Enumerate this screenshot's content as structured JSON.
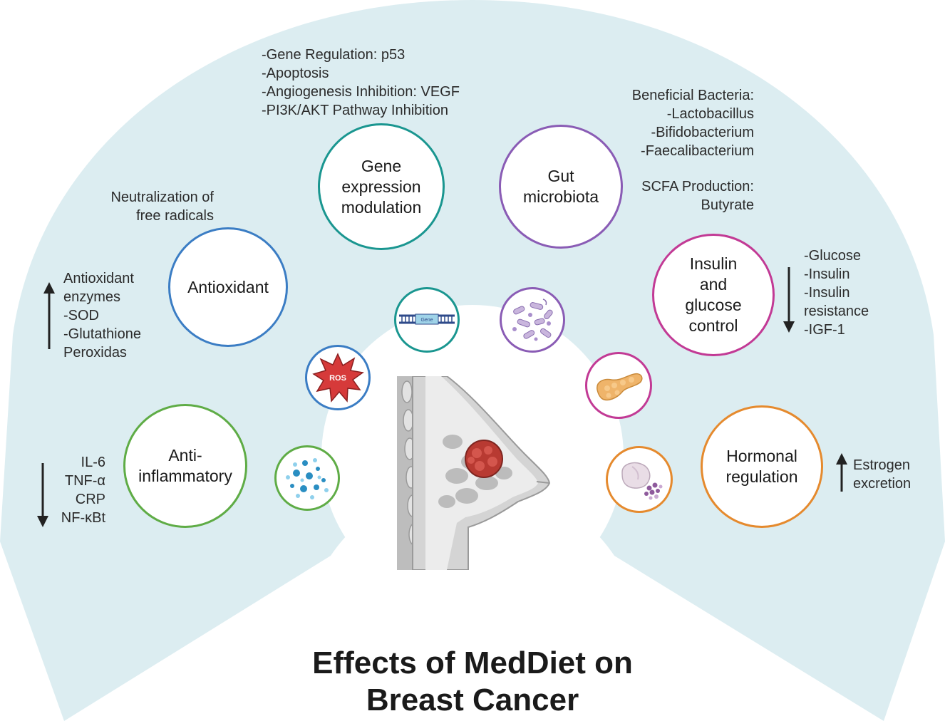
{
  "title": {
    "line1": "Effects of MedDiet on",
    "line2": "Breast Cancer"
  },
  "colors": {
    "background_fan": "#dcedf1",
    "antioxidant": "#3b7dc4",
    "gene": "#1a9690",
    "gut": "#8a5cb5",
    "insulin": "#c23a95",
    "hormonal": "#e58a2e",
    "anti_inflammatory": "#5fac46"
  },
  "nodes": {
    "gene": {
      "label_lines": [
        "Gene",
        "expression",
        "modulation"
      ],
      "icon": "gene-strand-icon",
      "icon_label": "Gene"
    },
    "gut": {
      "label_lines": [
        "Gut",
        "microbiota"
      ],
      "icon": "bacteria-icon"
    },
    "antioxidant": {
      "label_lines": [
        "Antioxidant"
      ],
      "icon": "ros-burst-icon",
      "icon_label": "ROS"
    },
    "insulin": {
      "label_lines": [
        "Insulin",
        "and",
        "glucose",
        "control"
      ],
      "icon": "pancreas-icon"
    },
    "anti_inflammatory": {
      "label_lines": [
        "Anti-",
        "inflammatory"
      ],
      "icon": "cytokine-dots-icon"
    },
    "hormonal": {
      "label_lines": [
        "Hormonal",
        "regulation"
      ],
      "icon": "ovary-icon"
    }
  },
  "notes": {
    "gene": [
      "-Gene Regulation: p53",
      "-Apoptosis",
      "-Angiogenesis Inhibition: VEGF",
      "-PI3K/AKT Pathway Inhibition"
    ],
    "gut_bacteria": [
      "Beneficial Bacteria:",
      "-Lactobacillus",
      "-Bifidobacterium",
      "-Faecalibacterium"
    ],
    "gut_scfa": [
      "SCFA Production:",
      "Butyrate"
    ],
    "antioxidant_top": [
      "Neutralization of",
      "free radicals"
    ],
    "antioxidant_side": [
      "Antioxidant",
      "enzymes",
      "-SOD",
      "-Glutathione",
      "Peroxidas"
    ],
    "antioxidant_direction": "up",
    "insulin": [
      "-Glucose",
      "-Insulin",
      "-Insulin",
      "resistance",
      "-IGF-1"
    ],
    "insulin_direction": "down",
    "inflammation": [
      "IL-6",
      "TNF-α",
      "CRP",
      "NF-κBt"
    ],
    "inflammation_direction": "down",
    "hormonal": [
      "Estrogen",
      "excretion"
    ],
    "hormonal_direction": "up"
  },
  "center_icon": "breast-tumor-icon"
}
